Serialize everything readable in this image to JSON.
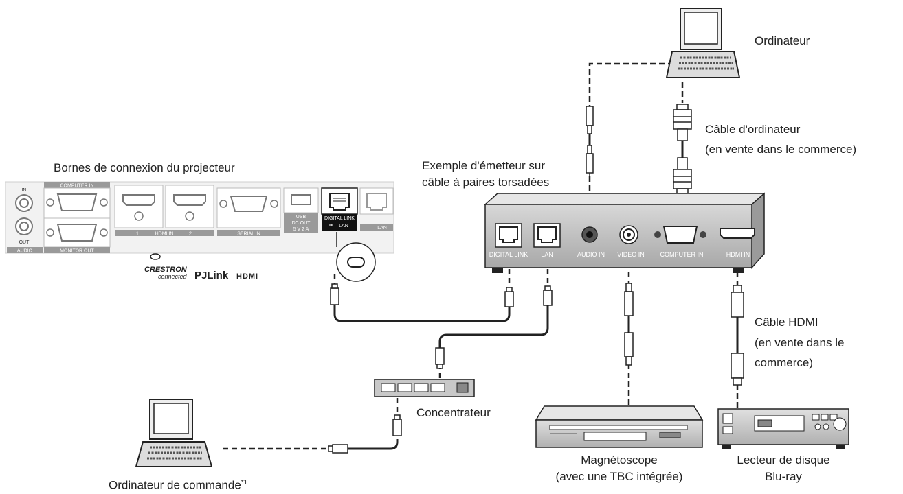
{
  "labels": {
    "computer": "Ordinateur",
    "computer_cable_1": "Câble d'ordinateur",
    "computer_cable_2": "(en vente dans le commerce)",
    "projector_terminals": "Bornes de connexion du projecteur",
    "transmitter_1": "Exemple d'émetteur sur",
    "transmitter_2": "câble à paires torsadées",
    "hdmi_cable_1": "Câble HDMI",
    "hdmi_cable_2": "(en vente dans le",
    "hdmi_cable_3": "commerce)",
    "hub": "Concentrateur",
    "vcr_1": "Magnétoscope",
    "vcr_2": "(avec une TBC intégrée)",
    "bluray_1": "Lecteur de disque",
    "bluray_2": "Blu-ray",
    "control_computer": "Ordinateur de commande",
    "control_computer_note": "*1"
  },
  "projector_panel": {
    "audio_in": "IN",
    "audio_out": "OUT",
    "audio": "AUDIO",
    "computer_in": "COMPUTER IN",
    "monitor_out": "MONITOR OUT",
    "hdmi_1": "1",
    "hdmi_in": "HDMI IN",
    "hdmi_2": "2",
    "serial_in": "SERIAL IN",
    "usb": "USB",
    "dc_out_1": "DC OUT",
    "dc_out_2": "5 V  2 A",
    "digital_link": "DIGITAL LINK",
    "digital_link_lan": "LAN",
    "lan": "LAN"
  },
  "logos": {
    "crestron": "CRESTRON",
    "crestron_sub": "connected",
    "pjlink": "PJLink",
    "hdmi": "HDMI"
  },
  "transmitter_ports": {
    "digital_link": "DIGITAL LINK",
    "lan": "LAN",
    "audio_in": "AUDIO IN",
    "video_in": "VIDEO IN",
    "computer_in": "COMPUTER IN",
    "hdmi_in": "HDMI IN"
  }
}
